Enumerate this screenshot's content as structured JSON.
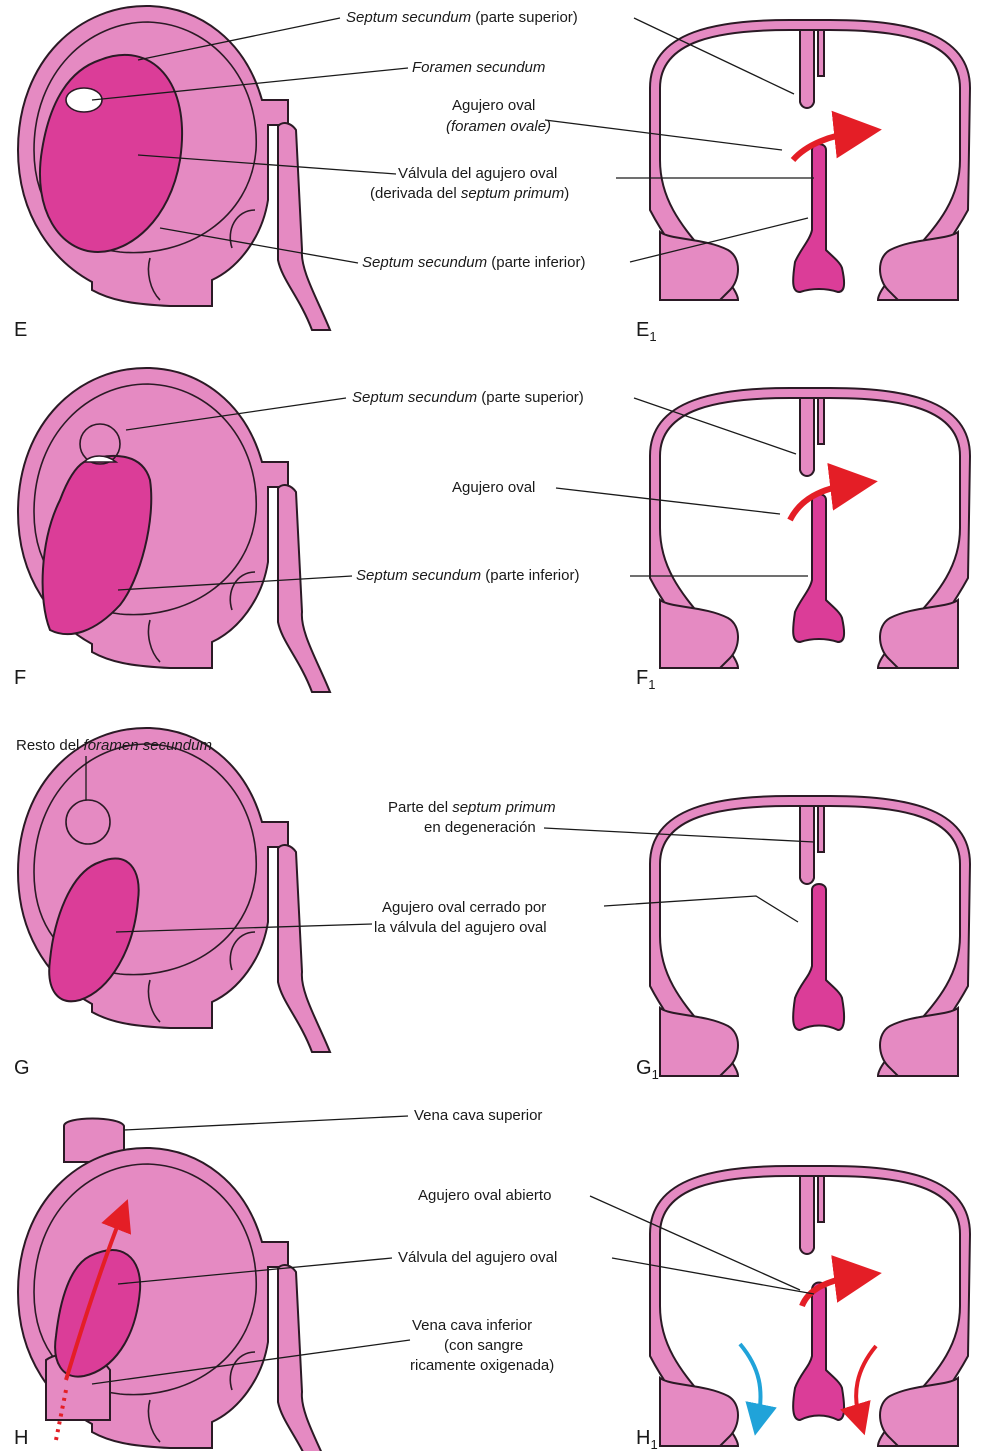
{
  "colors": {
    "tissue": "#e58ac2",
    "valve": "#db3d98",
    "outline": "#2b1a25",
    "red_arrow": "#e41e26",
    "blue_arrow": "#20a3d9"
  },
  "panels": {
    "E": "E",
    "E1": "E",
    "F": "F",
    "F1": "F",
    "G": "G",
    "G1": "G",
    "H": "H",
    "H1": "H",
    "sub": "1"
  },
  "labels": {
    "E": {
      "sept_sup_ital": "Septum secundum",
      "sept_sup_rest": " (parte superior)",
      "foramen_secundum": "Foramen secundum",
      "agujero_oval": "Agujero oval",
      "foramen_ovale": "(foramen ovale)",
      "valvula_1": "Válvula del agujero oval",
      "valvula_2a": "(derivada del ",
      "valvula_2b": "septum primum",
      "valvula_2c": ")",
      "sept_inf_ital": "Septum secundum",
      "sept_inf_rest": " (parte inferior)"
    },
    "F": {
      "sept_sup_ital": "Septum secundum",
      "sept_sup_rest": " (parte superior)",
      "agujero_oval": "Agujero oval",
      "sept_inf_ital": "Septum secundum",
      "sept_inf_rest": " (parte inferior)"
    },
    "G": {
      "resto_a": "Resto del ",
      "resto_b": "foramen secundum",
      "parte_a": "Parte del ",
      "parte_b": "septum primum",
      "parte_2": "en degeneración",
      "cerrado_1": "Agujero oval cerrado por",
      "cerrado_2": "la válvula del agujero oval"
    },
    "H": {
      "vena_sup": "Vena cava superior",
      "abierto": "Agujero oval abierto",
      "valvula": "Válvula del agujero oval",
      "vci_1": "Vena cava inferior",
      "vci_2": "(con sangre",
      "vci_3": "ricamente oxigenada)"
    }
  }
}
